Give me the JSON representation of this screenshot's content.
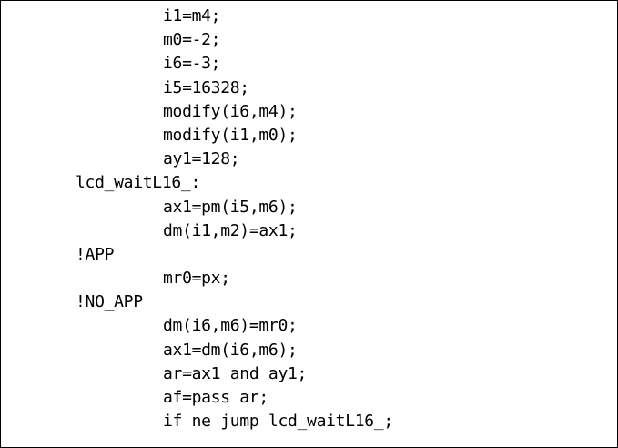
{
  "code_lines": [
    {
      "text": "i1=m4;",
      "indent": 1
    },
    {
      "text": "m0=-2;",
      "indent": 1
    },
    {
      "text": "i6=-3;",
      "indent": 1
    },
    {
      "text": "i5=16328;",
      "indent": 1
    },
    {
      "text": "modify(i6,m4);",
      "indent": 1
    },
    {
      "text": "modify(i1,m0);",
      "indent": 1
    },
    {
      "text": "ay1=128;",
      "indent": 1
    },
    {
      "text": "lcd_waitL16_:",
      "indent": 0
    },
    {
      "text": "ax1=pm(i5,m6);",
      "indent": 1
    },
    {
      "text": "dm(i1,m2)=ax1;",
      "indent": 1
    },
    {
      "text": "!APP",
      "indent": 0
    },
    {
      "text": "mr0=px;",
      "indent": 1
    },
    {
      "text": "!NO_APP",
      "indent": 0
    },
    {
      "text": "dm(i6,m6)=mr0;",
      "indent": 1
    },
    {
      "text": "ax1=dm(i6,m6);",
      "indent": 1
    },
    {
      "text": "ar=ax1 and ay1;",
      "indent": 1
    },
    {
      "text": "af=pass ar;",
      "indent": 1
    },
    {
      "text": "if ne jump lcd_waitL16_;",
      "indent": 1
    }
  ]
}
